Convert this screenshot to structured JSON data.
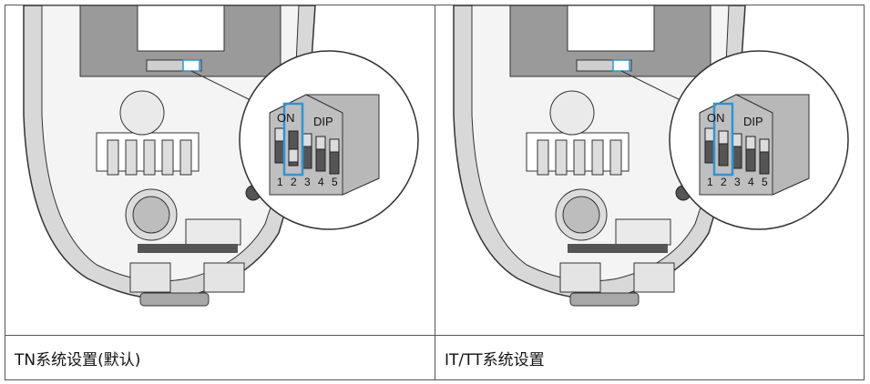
{
  "panels": [
    {
      "caption": "TN系统设置(默认)",
      "dip": {
        "on_label": "ON",
        "dip_label": "DIP",
        "switches": [
          "1",
          "2",
          "3",
          "4",
          "5"
        ],
        "highlighted": "2",
        "state": "2-ON"
      }
    },
    {
      "caption": "IT/TT系统设置",
      "dip": {
        "on_label": "ON",
        "dip_label": "DIP",
        "switches": [
          "1",
          "2",
          "3",
          "4",
          "5"
        ],
        "highlighted": "2",
        "state": "2-OFF"
      }
    }
  ],
  "colors": {
    "highlight": "#2c95d6",
    "body": "#d6d6d6",
    "board": "#9a9a9a",
    "dip_body": "#8c8c8c"
  }
}
